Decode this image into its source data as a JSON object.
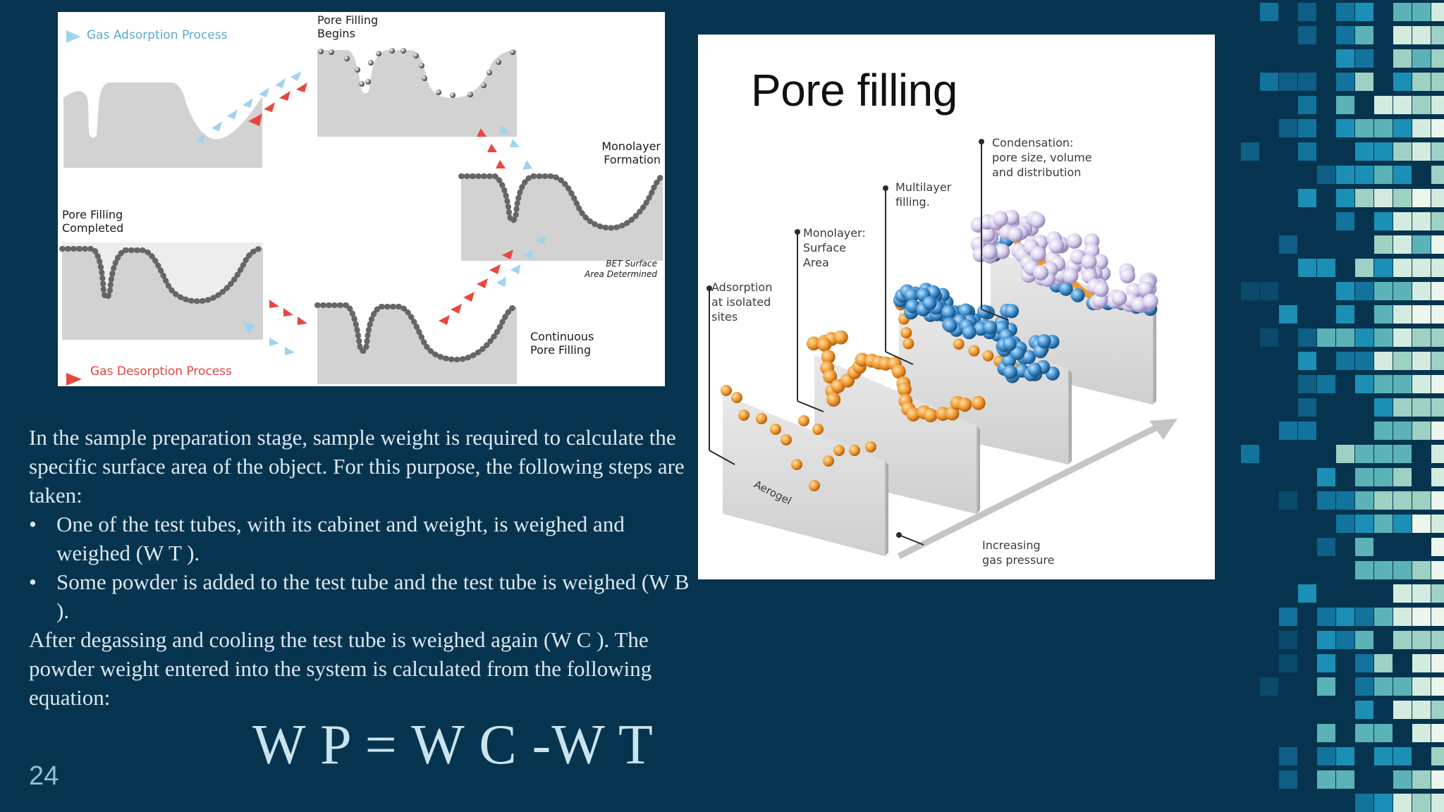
{
  "slide": {
    "colors": {
      "background": "#06344f",
      "text": "#dce8ef",
      "equation": "#c9e4ee",
      "page_number": "#8fc3cf",
      "adsorption_arrow": "#9fd3ef",
      "desorption_arrow": "#e8463f"
    },
    "page_number": "24"
  },
  "adsorption_diagram": {
    "legend_adsorption": "Gas Adsorption Process",
    "legend_desorption": "Gas Desorption Process",
    "stage_pore_filling_begins": [
      "Pore Filling",
      "Begins"
    ],
    "stage_monolayer_formation": [
      "Monolayer",
      "Formation"
    ],
    "stage_bet_note": [
      "BET Surface",
      "Area Determined"
    ],
    "stage_continuous_filling": [
      "Continuous",
      "Pore Filling"
    ],
    "stage_pore_filling_completed": [
      "Pore Filling",
      "Completed"
    ]
  },
  "pore_filling_figure": {
    "title": "Pore filling",
    "label_adsorption": [
      "Adsorption",
      "at isolated",
      "sites"
    ],
    "label_monolayer": [
      "Monolayer:",
      "Surface",
      "Area"
    ],
    "label_multilayer": [
      "Multilayer",
      "filling."
    ],
    "label_condensation": [
      "Condensation:",
      "pore size, volume",
      "and distribution"
    ],
    "label_aerogel": "Aerogel",
    "label_pressure": [
      "Increasing",
      "gas pressure"
    ]
  },
  "body": {
    "intro": "In the sample preparation stage, sample weight is required to calculate the specific surface area of the object. For this purpose, the following steps are taken:",
    "bullets": [
      "One of the test tubes, with its cabinet and weight, is weighed and weighed (W T ).",
      "Some powder is added to the test tube and the test tube is weighed (W B )."
    ],
    "bullet_symbol": "•",
    "outro": "After degassing and cooling the test tube is weighed again (W C ). The powder weight entered into the system is calculated from the following equation:",
    "equation": "W P = W C -W T"
  }
}
